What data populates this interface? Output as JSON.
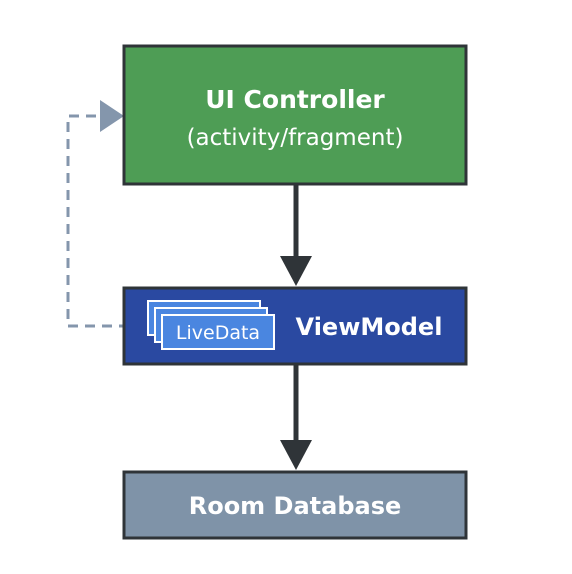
{
  "diagram": {
    "ui_controller": {
      "title": "UI Controller",
      "subtitle": "(activity/fragment)"
    },
    "viewmodel": {
      "title": "ViewModel",
      "livedata_label": "LiveData"
    },
    "room_database": {
      "title": "Room Database"
    }
  },
  "colors": {
    "ui_controller_fill": "#4e9d55",
    "viewmodel_fill": "#2a49a1",
    "livedata_fill": "#4a86e0",
    "room_database_fill": "#7f93a8",
    "border": "#2f3438",
    "arrow": "#2f3438",
    "observer_link": "#8496ac"
  },
  "icons": {
    "connector": "arrow-down-icon",
    "observer": "arrow-right-icon"
  }
}
